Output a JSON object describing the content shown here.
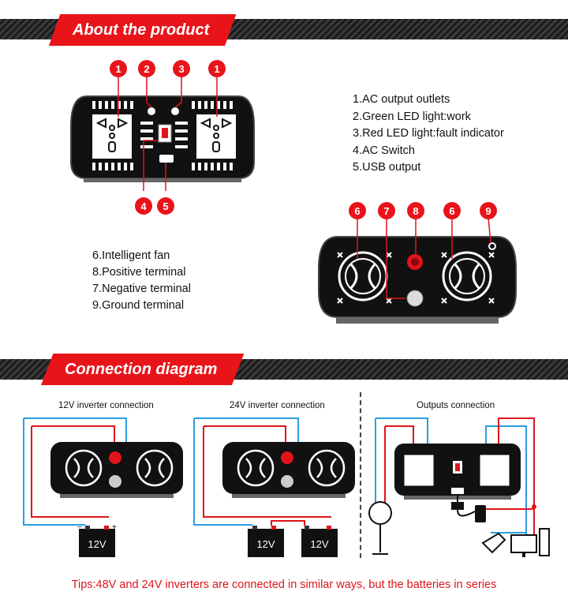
{
  "sections": {
    "about_title": "About the product",
    "connection_title": "Connection diagram"
  },
  "front_legend": [
    "1.AC output outlets",
    "2.Green LED light:work",
    "3.Red LED light:fault indicator",
    "4.AC Switch",
    "5.USB output"
  ],
  "back_legend": [
    "6.Intelligent fan",
    "8.Positive terminal",
    "7.Negative terminal",
    "9.Ground terminal"
  ],
  "front_markers": [
    "1",
    "2",
    "3",
    "1",
    "4",
    "5"
  ],
  "back_markers": [
    "6",
    "7",
    "8",
    "6",
    "9"
  ],
  "diagrams": {
    "d12v": "12V inverter connection",
    "d24v": "24V inverter connection",
    "outputs": "Outputs connection"
  },
  "battery_label": "12V",
  "polarity": {
    "minus": "−",
    "plus": "+"
  },
  "tips": "Tips:48V and 24V inverters are connected in similar ways, but the batteries in series",
  "colors": {
    "accent": "#e8141a",
    "wire_red": "#e0141a",
    "wire_blue": "#2a9ee0"
  }
}
